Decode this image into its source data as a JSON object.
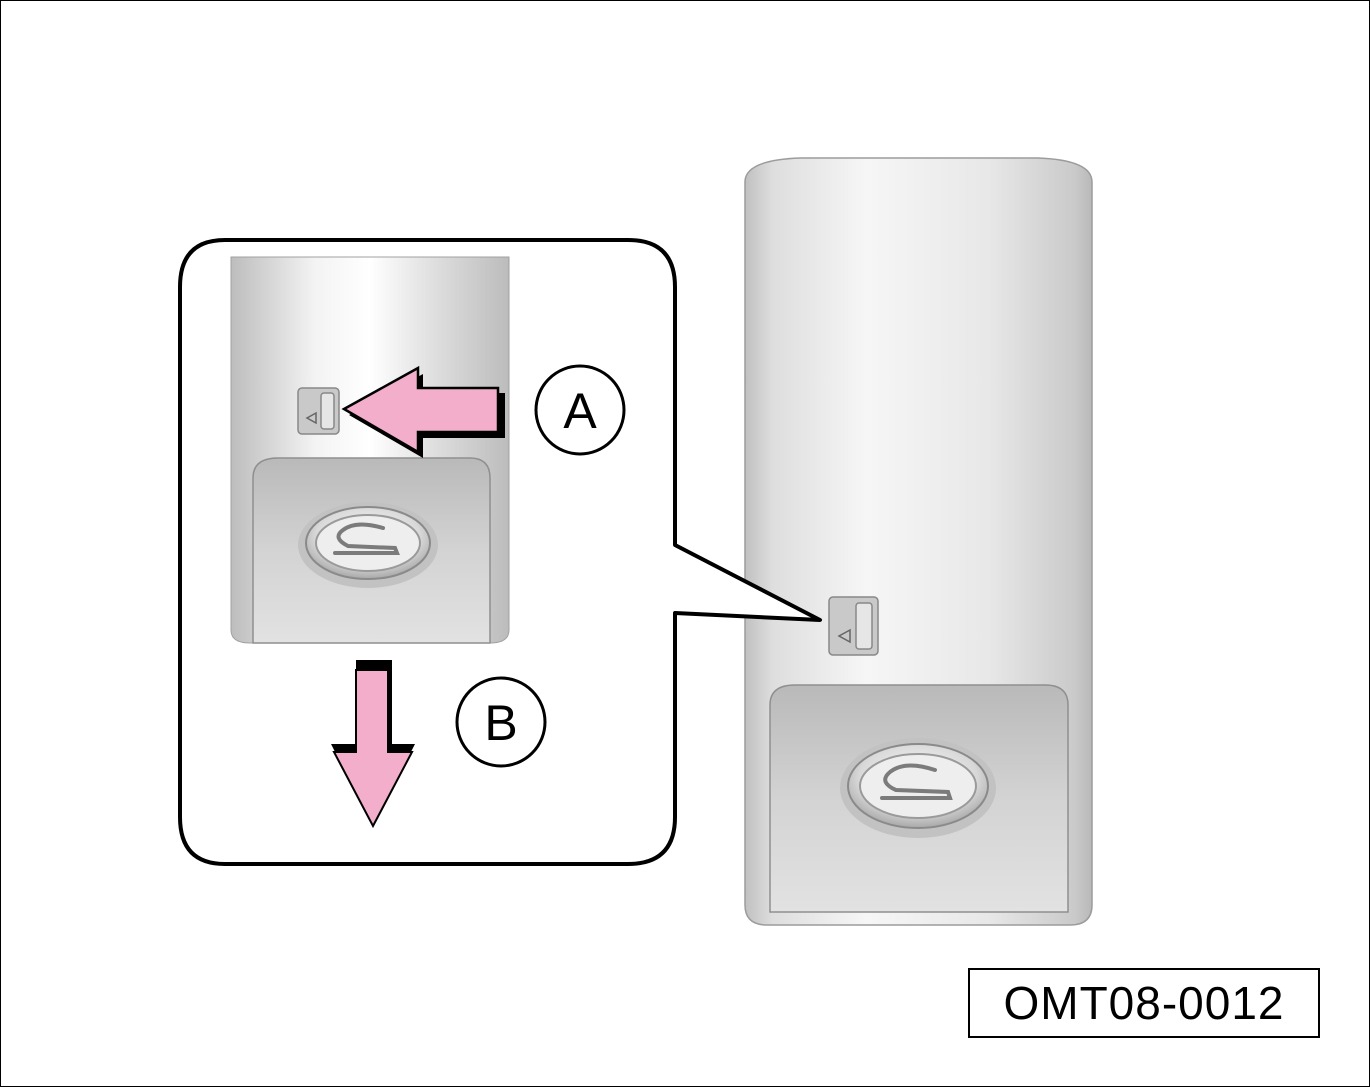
{
  "figure": {
    "id": "OMT08-0012",
    "labels": {
      "a": "A",
      "b": "B"
    }
  },
  "colors": {
    "arrow_fill": "#f2aecb",
    "key_body_light": "#f4f4f4",
    "key_body_dark": "#c4c4c4",
    "outline": "#000000"
  },
  "icons": {
    "release_button": "release-slider-icon",
    "emblem": "brand-emblem-icon",
    "arrow_a": "arrow-left-icon",
    "arrow_b": "arrow-down-icon"
  }
}
